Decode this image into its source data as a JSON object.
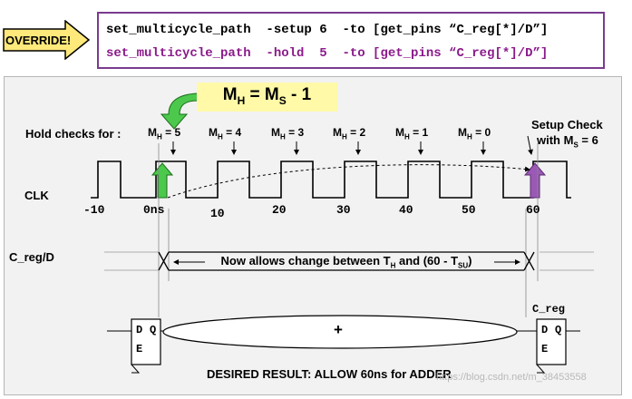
{
  "override_label": "OVERRIDE!",
  "commands": [
    "set_multicycle_path  -setup 6  -to [get_pins “C_reg[*]/D”]",
    "set_multicycle_path  -hold  5  -to [get_pins “C_reg[*]/D”]"
  ],
  "formula": {
    "lhs_base": "M",
    "lhs_sub": "H",
    "eq": " = ",
    "rhs_base": "M",
    "rhs_sub": "S",
    "tail": " - 1"
  },
  "hold_checks_label": "Hold checks for :",
  "hold_markers": [
    {
      "base": "M",
      "sub": "H",
      "value": " = 5"
    },
    {
      "base": "M",
      "sub": "H",
      "value": " = 4"
    },
    {
      "base": "M",
      "sub": "H",
      "value": " = 3"
    },
    {
      "base": "M",
      "sub": "H",
      "value": " = 2"
    },
    {
      "base": "M",
      "sub": "H",
      "value": " = 1"
    },
    {
      "base": "M",
      "sub": "H",
      "value": " = 0"
    }
  ],
  "setup_check": {
    "line1": "Setup Check",
    "line2_prefix": "with M",
    "line2_sub": "S",
    "line2_value": " = 6"
  },
  "signals": {
    "clk": "CLK",
    "creg_d": "C_reg/D"
  },
  "time_ticks": [
    "-10",
    "0ns",
    "10",
    "20",
    "30",
    "40",
    "50",
    "60"
  ],
  "window": {
    "prefix": "Now allows change between T",
    "sub1": "H",
    "middle": " and (60 - T",
    "sub2": "SU",
    "suffix": ")"
  },
  "adder_symbol": "+",
  "flipflop": {
    "d": "D",
    "q": "Q",
    "e": "E"
  },
  "creg_label": "C_reg",
  "result": "DESIRED RESULT: ALLOW 60ns for ADDER",
  "watermark": "https://blog.csdn.net/m_38453558",
  "colors": {
    "hold_arrow": "#4cc94c",
    "setup_arrow": "#9b59b6",
    "override_arrow": "#ffe97a",
    "formula_bg": "#fff9a8",
    "cmd_border": "#7a3b8f",
    "hold_cmd_text": "#8b1a8b"
  }
}
